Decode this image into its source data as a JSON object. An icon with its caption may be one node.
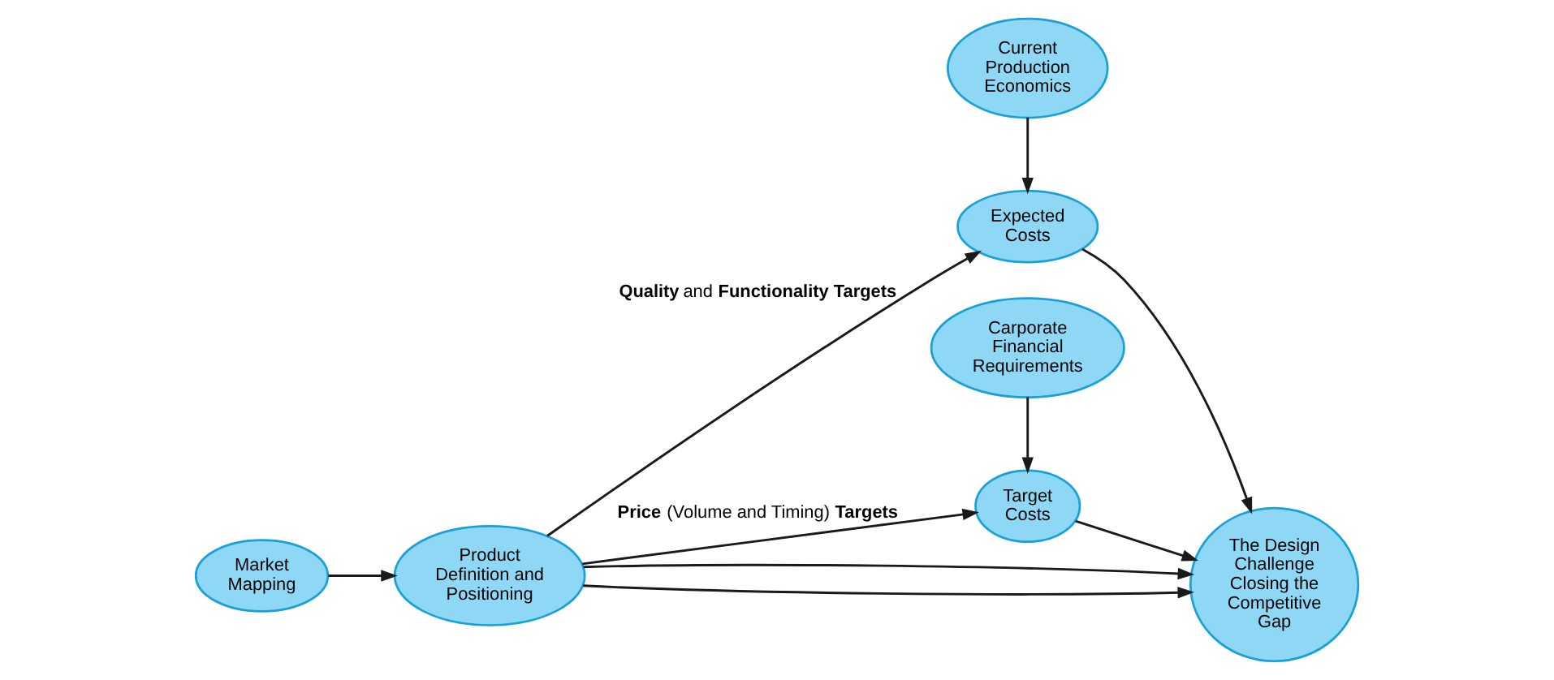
{
  "diagram": {
    "nodes": [
      {
        "text": [
          "Market Mapping"
        ]
      },
      {
        "text": [
          "Product Definition and Positioning"
        ]
      },
      {
        "text": [
          "Current Production Economics"
        ]
      },
      {
        "text": [
          "Expected Costs"
        ]
      },
      {
        "text": [
          "Target Costs"
        ]
      },
      {
        "text": [
          "Carporate Financial Requirements"
        ]
      },
      {
        "text": [
          "The Design Challenge Closing the Competitive Gap"
        ]
      }
    ],
    "edges": [
      {
        "from": 0,
        "to": 1,
        "arrow": "to"
      },
      {
        "from": 1,
        "to": 3,
        "arrow": "to",
        "label": "**Quality** and **Functionality Targets**"
      },
      {
        "from": 1,
        "to": 6,
        "arrow": "to"
      },
      {
        "from": 1,
        "to": 4,
        "arrow": "to",
        "label": "**Price** (Volume and Timing) **Targets**"
      },
      {
        "from": 1,
        "to": 6,
        "arrow": "to"
      },
      {
        "from": 2,
        "to": 3,
        "arrow": "to"
      },
      {
        "from": 5,
        "to": 4,
        "arrow": "to"
      },
      {
        "from": 3,
        "to": 6,
        "arrow": "to"
      },
      {
        "from": 4,
        "to": 6,
        "arrow": "to"
      }
    ]
  }
}
